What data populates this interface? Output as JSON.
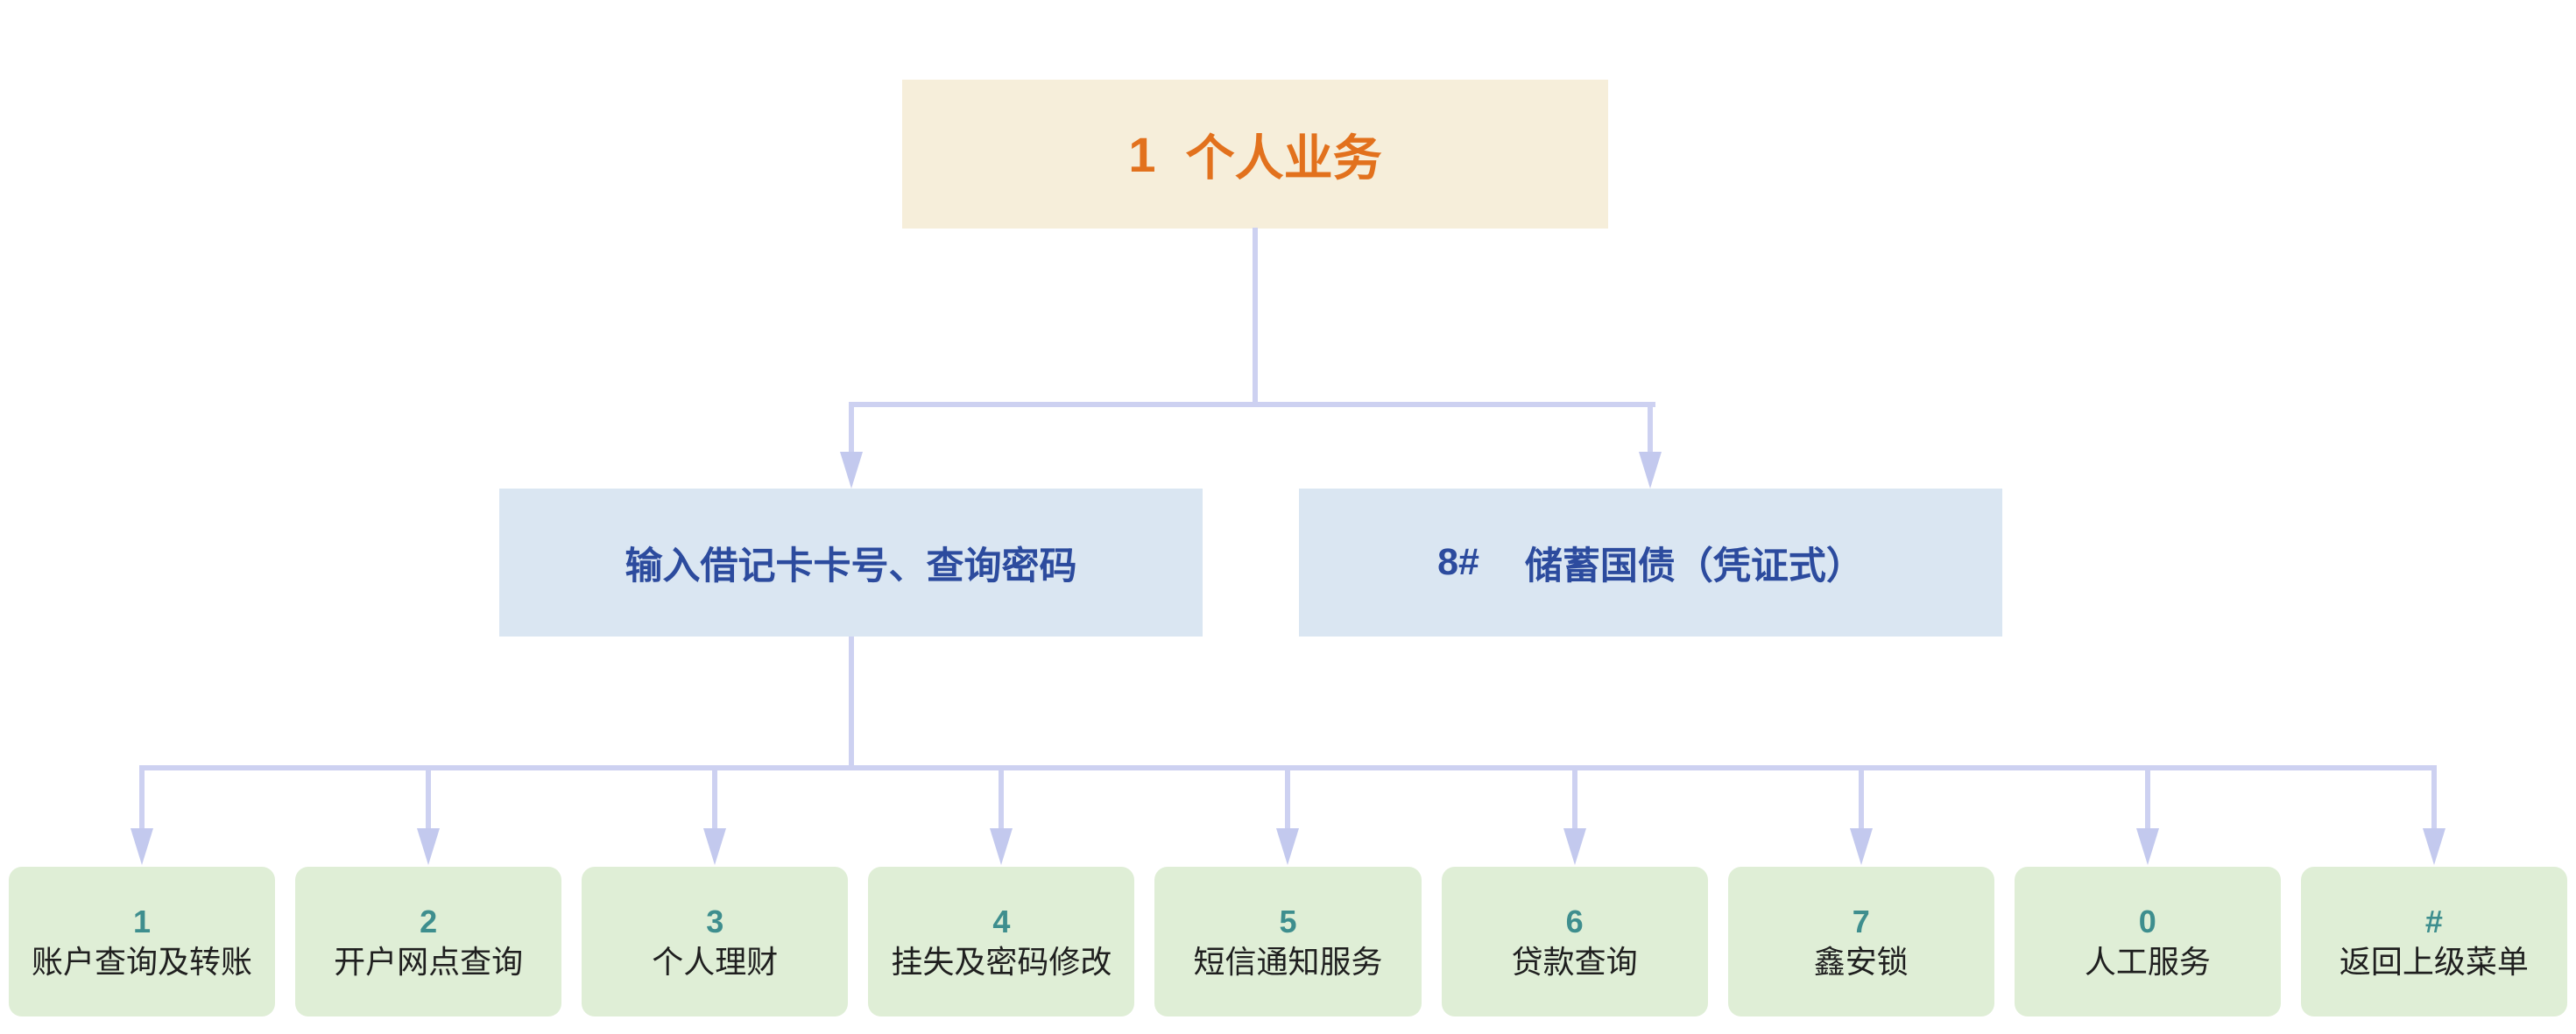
{
  "diagram": {
    "title_node": {
      "key": "1",
      "label": "个人业务"
    },
    "level2": [
      {
        "label": "输入借记卡卡号、查询密码"
      },
      {
        "key": "8#",
        "label": "储蓄国债（凭证式）"
      }
    ],
    "level3": [
      {
        "key": "1",
        "label": "账户查询及转账"
      },
      {
        "key": "2",
        "label": "开户网点查询"
      },
      {
        "key": "3",
        "label": "个人理财"
      },
      {
        "key": "4",
        "label": "挂失及密码修改"
      },
      {
        "key": "5",
        "label": "短信通知服务"
      },
      {
        "key": "6",
        "label": "贷款查询"
      },
      {
        "key": "7",
        "label": "鑫安锁"
      },
      {
        "key": "0",
        "label": "人工服务"
      },
      {
        "key": "#",
        "label": "返回上级菜单"
      }
    ],
    "colors": {
      "root_bg": "#f6eeda",
      "root_text": "#e2711d",
      "level2_bg": "#dae6f2",
      "level2_text": "#2c4b9e",
      "level3_bg": "#dfeed6",
      "level3_key": "#3e8e8e",
      "level3_label": "#1f1f1f",
      "connector": "#cdd1f1",
      "arrowhead": "#c3c9ee"
    }
  }
}
